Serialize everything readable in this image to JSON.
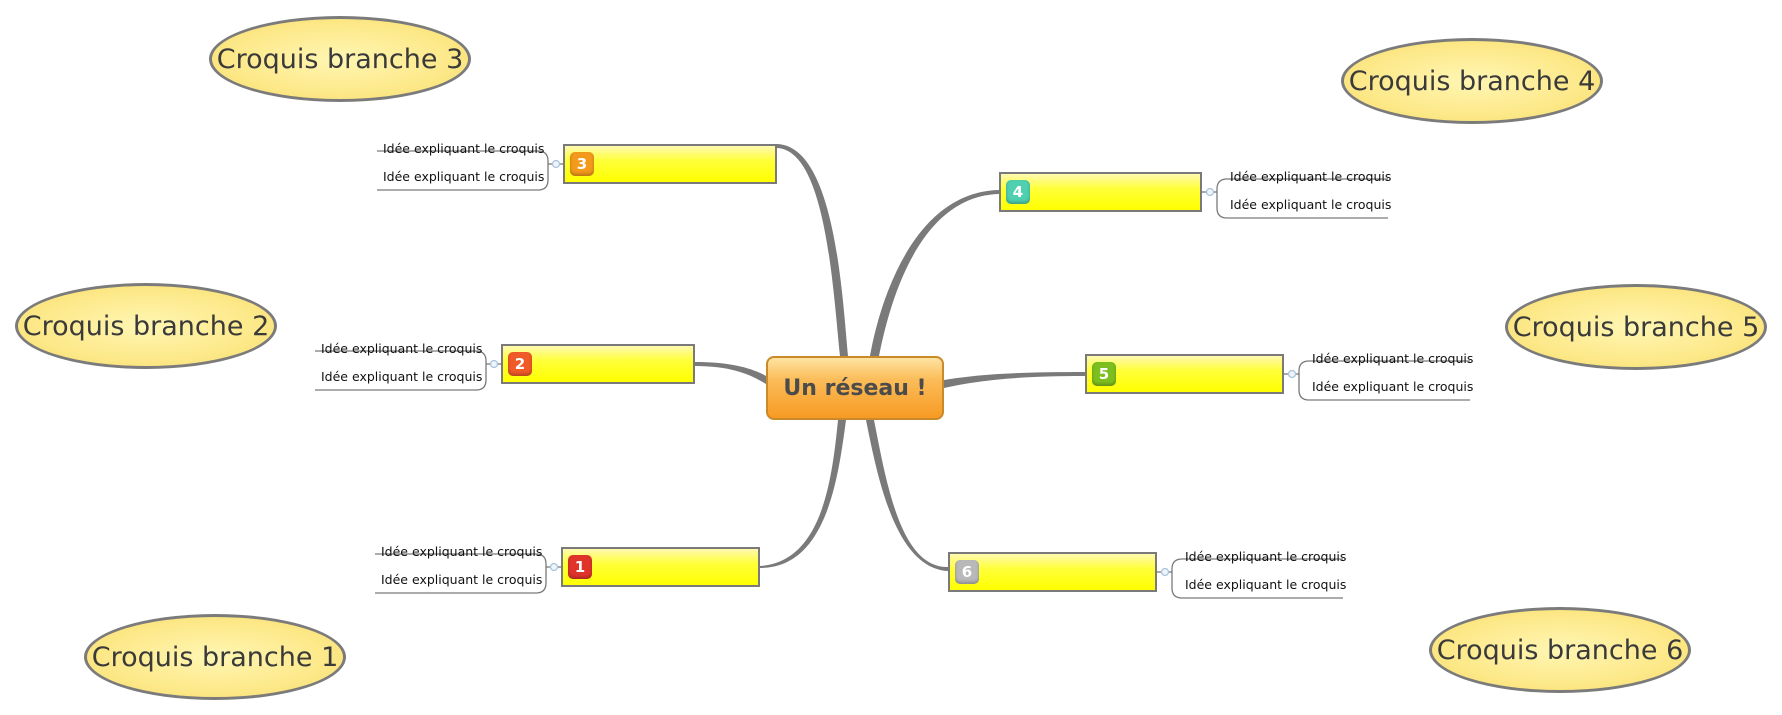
{
  "central_topic": {
    "label": "Un réseau !",
    "color": "#f79a23"
  },
  "branches": [
    {
      "id": "1",
      "badge": "1",
      "badge_color": "#e0342a",
      "ideas": [
        "Idée expliquant le croquis",
        "Idée expliquant le croquis"
      ],
      "sketch": "Croquis branche 1"
    },
    {
      "id": "2",
      "badge": "2",
      "badge_color": "#f05a28",
      "ideas": [
        "Idée expliquant le croquis",
        "Idée expliquant le croquis"
      ],
      "sketch": "Croquis branche 2"
    },
    {
      "id": "3",
      "badge": "3",
      "badge_color": "#f39a1d",
      "ideas": [
        "Idée expliquant le croquis",
        "Idée expliquant le croquis"
      ],
      "sketch": "Croquis branche 3"
    },
    {
      "id": "4",
      "badge": "4",
      "badge_color": "#4fd0b0",
      "ideas": [
        "Idée expliquant le croquis",
        "Idée expliquant le croquis"
      ],
      "sketch": "Croquis branche 4"
    },
    {
      "id": "5",
      "badge": "5",
      "badge_color": "#7dbf1e",
      "ideas": [
        "Idée expliquant le croquis",
        "Idée expliquant le croquis"
      ],
      "sketch": "Croquis branche 5"
    },
    {
      "id": "6",
      "badge": "6",
      "badge_color": "#b9b9b9",
      "ideas": [
        "Idée expliquant le croquis",
        "Idée expliquant le croquis"
      ],
      "sketch": "Croquis branche 6"
    }
  ],
  "colors": {
    "topic_fill": "#ffff00",
    "connector": "#7a7a7a",
    "sketch_fill": "#fde98a"
  }
}
